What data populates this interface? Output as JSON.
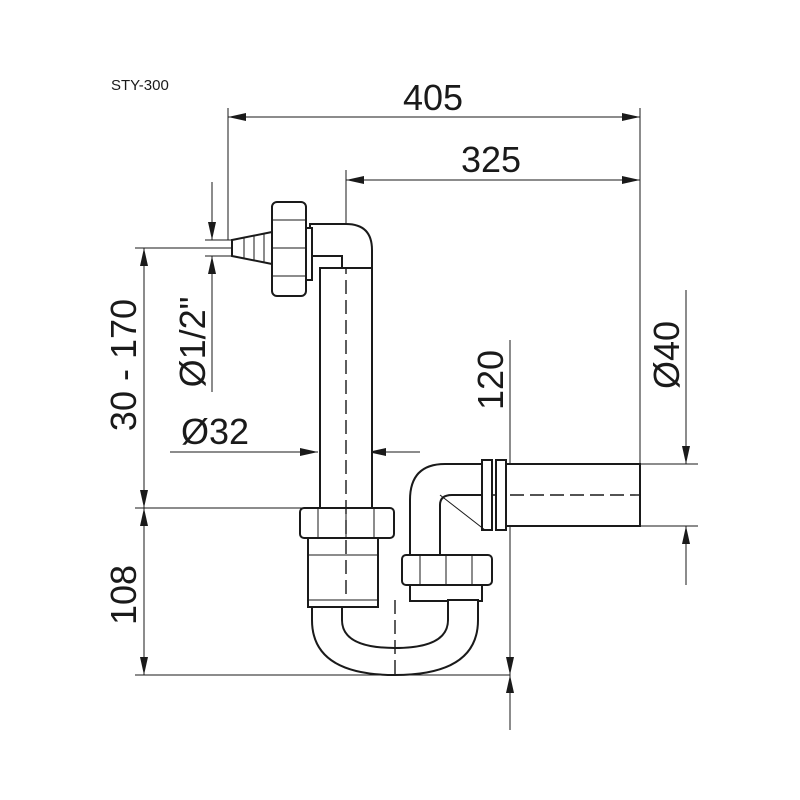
{
  "model": "STY-300",
  "dimensions": {
    "overall_length": "405",
    "outlet_length": "325",
    "inlet_height_range": "30 - 170",
    "hose_connector": "Ø1/2\"",
    "vertical_pipe_diameter": "Ø32",
    "branch_height": "120",
    "outlet_diameter": "Ø40",
    "trap_height": "108"
  }
}
